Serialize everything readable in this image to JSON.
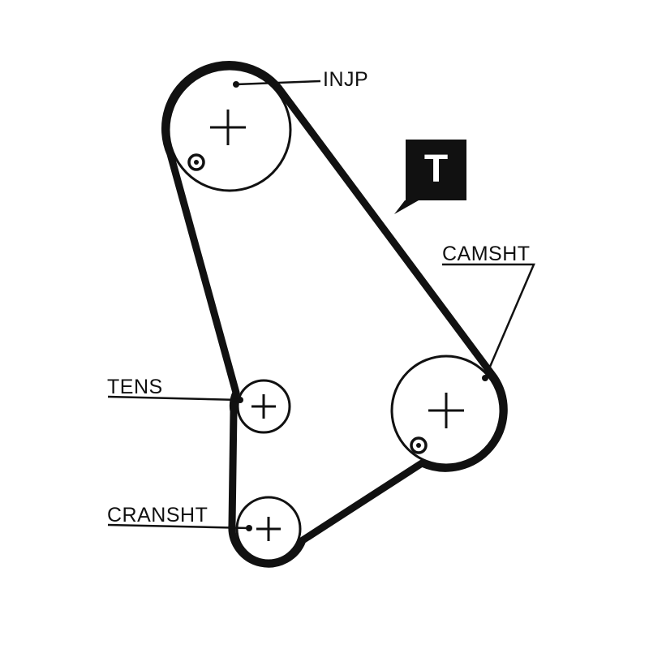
{
  "diagram": {
    "type": "timing-belt-routing-diagram",
    "colors": {
      "ink": "#111111",
      "background": "#ffffff"
    },
    "marker": {
      "label": "T"
    },
    "components": {
      "injection_pump": {
        "label": "INJP"
      },
      "camshaft": {
        "label": "CAMSHT"
      },
      "tensioner": {
        "label": "TENS"
      },
      "crankshaft": {
        "label": "CRANSHT"
      }
    }
  }
}
